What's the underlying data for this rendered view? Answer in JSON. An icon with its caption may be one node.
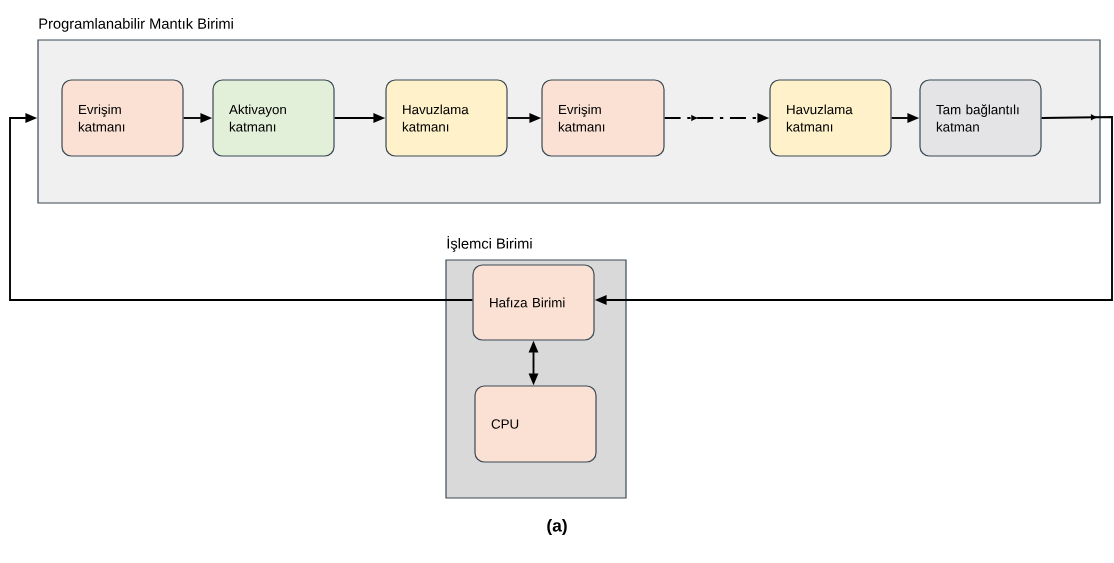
{
  "diagram": {
    "caption": "(a)",
    "nodes": [
      {
        "text": [
          "Programlanabilir Mantık Birimi"
        ]
      },
      {
        "text": [
          "Evrişim katmanı"
        ],
        "in": 0
      },
      {
        "text": [
          "Aktivayon katmanı"
        ],
        "in": 0
      },
      {
        "text": [
          "Havuzlama katmanı"
        ],
        "in": 0
      },
      {
        "text": [
          "Evrişim katmanı"
        ],
        "in": 0
      },
      {
        "text": [
          "Havuzlama katmanı"
        ],
        "in": 0
      },
      {
        "text": [
          "Tam bağlantılı katman"
        ],
        "in": 0
      },
      {
        "text": [
          "İşlemci Birimi"
        ]
      },
      {
        "text": [
          "Hafıza Birimi"
        ],
        "in": 7
      },
      {
        "text": [
          "CPU"
        ],
        "in": 7
      }
    ],
    "edges": [
      {
        "from": 1,
        "to": 2,
        "arrow": "to"
      },
      {
        "from": 2,
        "to": 3,
        "arrow": "to"
      },
      {
        "from": 3,
        "to": 4,
        "arrow": "to"
      },
      {
        "from": 4,
        "to": 5,
        "arrow": "to",
        "style": "dashed"
      },
      {
        "from": 5,
        "to": 6,
        "arrow": "to"
      },
      {
        "from": 6,
        "to": 8,
        "arrow": "to"
      },
      {
        "from": 8,
        "to": 0,
        "arrow": "to"
      },
      {
        "from": 8,
        "to": 9,
        "arrow": "both"
      }
    ]
  }
}
